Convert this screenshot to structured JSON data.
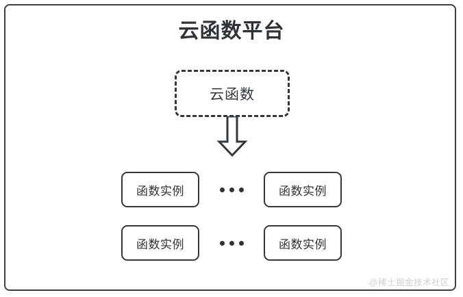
{
  "diagram": {
    "title": "云函数平台",
    "source_box": {
      "label": "云函数",
      "style": "dashed"
    },
    "arrow": {
      "icon": "down-block-arrow",
      "direction": "down"
    },
    "instance_rows": [
      {
        "left_box": {
          "label": "函数实例"
        },
        "separator": "•••",
        "right_box": {
          "label": "函数实例"
        }
      },
      {
        "left_box": {
          "label": "函数实例"
        },
        "separator": "•••",
        "right_box": {
          "label": "函数实例"
        }
      }
    ],
    "watermark": "@稀土掘金技术社区",
    "colors": {
      "stroke": "#33383d",
      "text": "#2f3337",
      "background": "#ffffff",
      "watermark": "#cfcfcf"
    }
  }
}
